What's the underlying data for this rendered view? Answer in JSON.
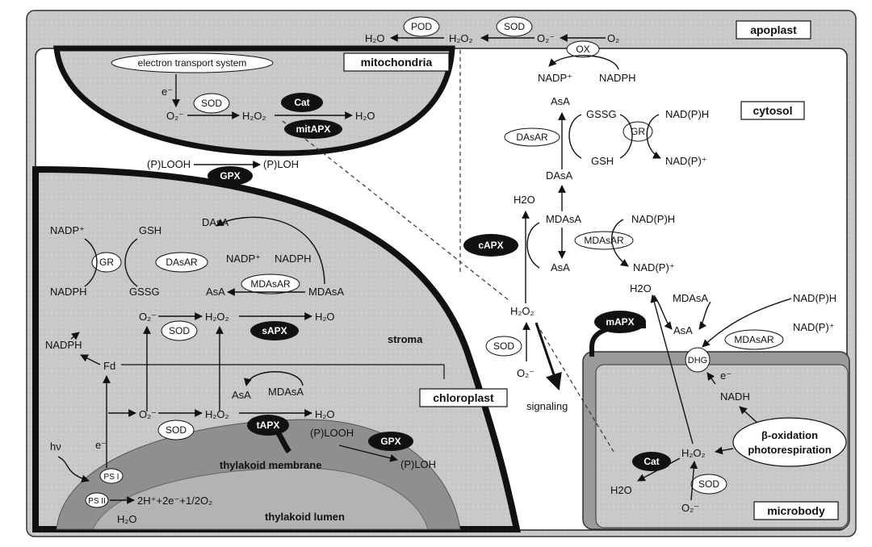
{
  "compartments": {
    "apoplast": "apoplast",
    "mitochondria": "mitochondria",
    "cytosol": "cytosol",
    "chloroplast": "chloroplast",
    "microbody": "microbody",
    "stroma": "stroma",
    "thylakoid_membrane": "thylakoid membrane",
    "thylakoid_lumen": "thylakoid lumen"
  },
  "enzymes": {
    "pod": "POD",
    "sod": "SOD",
    "ox": "OX",
    "cat": "Cat",
    "mitapx": "mitAPX",
    "gpx": "GPX",
    "gr": "GR",
    "dasar": "DAsAR",
    "mdasar": "MDAsAR",
    "sapx": "sAPX",
    "tapx": "tAPX",
    "capx": "cAPX",
    "mapx": "mAPX",
    "dhg": "DHG",
    "ps1": "PS I",
    "ps2": "PS II"
  },
  "text": {
    "h2o": "H₂O",
    "h2o_plain": "H2O",
    "h2o2": "H₂O₂",
    "o2": "O₂",
    "o2_minus": "O₂⁻",
    "nadp_plus": "NADP⁺",
    "nadp_plus_sup": "NADP⁺",
    "nadph": "NADPH",
    "nadh": "NADH",
    "nadph_paren": "NAD(P)H",
    "nadp_paren_plus": "NAD(P)⁺",
    "asa": "AsA",
    "dasa": "DAsA",
    "mdasa": "MDAsA",
    "gssg": "GSSG",
    "gsh": "GSH",
    "plooh": "(P)LOOH",
    "ploh": "(P)LOH",
    "fd": "Fd",
    "e_minus": "e⁻",
    "hv": "hν",
    "electron_transport": "electron transport system",
    "signaling": "signaling",
    "beta_ox_1": "β-oxidation",
    "beta_ox_2": "photorespiration",
    "water_split": "2H⁺+2e⁻+1/2O₂"
  }
}
